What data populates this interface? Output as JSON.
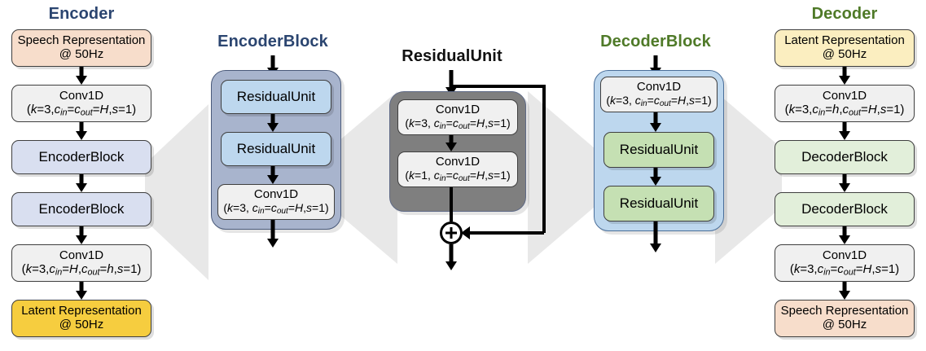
{
  "diagram": {
    "title_encoder": "Encoder",
    "title_encoder_block": "EncoderBlock",
    "title_residual_unit": "ResidualUnit",
    "title_decoder_block": "DecoderBlock",
    "title_decoder": "Decoder",
    "colors": {
      "encoder_title": "#2b4570",
      "encoder_block_title": "#2b4570",
      "residual_unit_title": "#111111",
      "decoder_block_title": "#4f7a28",
      "decoder_title": "#4f7a28",
      "speech_node": "#f7ddcb",
      "latent_node": "#f6cd3f",
      "latent_node_light": "#fbeec0",
      "conv_node": "#f0f0f0",
      "encoder_block_node": "#d9dff0",
      "decoder_block_node": "#e2efda",
      "residual_unit_enc": "#bdd7ee",
      "residual_unit_dec": "#c5e0b3",
      "encoder_block_panel": "#a8b4cd",
      "residual_unit_panel": "#7f7f7f",
      "decoder_block_panel": "#bdd7ee",
      "funnel": "#e8e8e8"
    }
  },
  "encoder": {
    "nodes": [
      {
        "id": "speech-in",
        "line1": "Speech Representation",
        "line2": "@ 50Hz"
      },
      {
        "id": "conv-1",
        "line1": "Conv1D",
        "line2": "(k=3,c_in=c_out=H,s=1)"
      },
      {
        "id": "encblock-1",
        "line1": "EncoderBlock",
        "line2": ""
      },
      {
        "id": "encblock-2",
        "line1": "EncoderBlock",
        "line2": ""
      },
      {
        "id": "conv-2",
        "line1": "Conv1D",
        "line2": "(k=3,c_in=H,c_out=h,s=1)"
      },
      {
        "id": "latent-out",
        "line1": "Latent Representation",
        "line2": "@ 50Hz"
      }
    ]
  },
  "encoder_block": {
    "nodes": [
      {
        "id": "residualunit-1",
        "line1": "ResidualUnit",
        "line2": ""
      },
      {
        "id": "residualunit-2",
        "line1": "ResidualUnit",
        "line2": ""
      },
      {
        "id": "conv",
        "line1": "Conv1D",
        "line2": "(k=3, c_in=c_out=H,s=1)"
      }
    ]
  },
  "residual_unit": {
    "nodes": [
      {
        "id": "conv-k3",
        "line1": "Conv1D",
        "line2": "(k=3, c_in=c_out=H,s=1)"
      },
      {
        "id": "conv-k1",
        "line1": "Conv1D",
        "line2": "(k=1, c_in=c_out=H,s=1)"
      }
    ],
    "sum_symbol": "+"
  },
  "decoder_block": {
    "nodes": [
      {
        "id": "conv",
        "line1": "Conv1D",
        "line2": "(k=3, c_in=c_out=H,s=1)"
      },
      {
        "id": "residualunit-1",
        "line1": "ResidualUnit",
        "line2": ""
      },
      {
        "id": "residualunit-2",
        "line1": "ResidualUnit",
        "line2": ""
      }
    ]
  },
  "decoder": {
    "nodes": [
      {
        "id": "latent-in",
        "line1": "Latent Representation",
        "line2": "@ 50Hz"
      },
      {
        "id": "conv-1",
        "line1": "Conv1D",
        "line2": "(k=3,c_in=h,c_out=H,s=1)"
      },
      {
        "id": "decblock-1",
        "line1": "DecoderBlock",
        "line2": ""
      },
      {
        "id": "decblock-2",
        "line1": "DecoderBlock",
        "line2": ""
      },
      {
        "id": "conv-2",
        "line1": "Conv1D",
        "line2": "(k=3,c_in=c_out=H,s=1)"
      },
      {
        "id": "speech-out",
        "line1": "Speech Representation",
        "line2": "@ 50Hz"
      }
    ]
  }
}
